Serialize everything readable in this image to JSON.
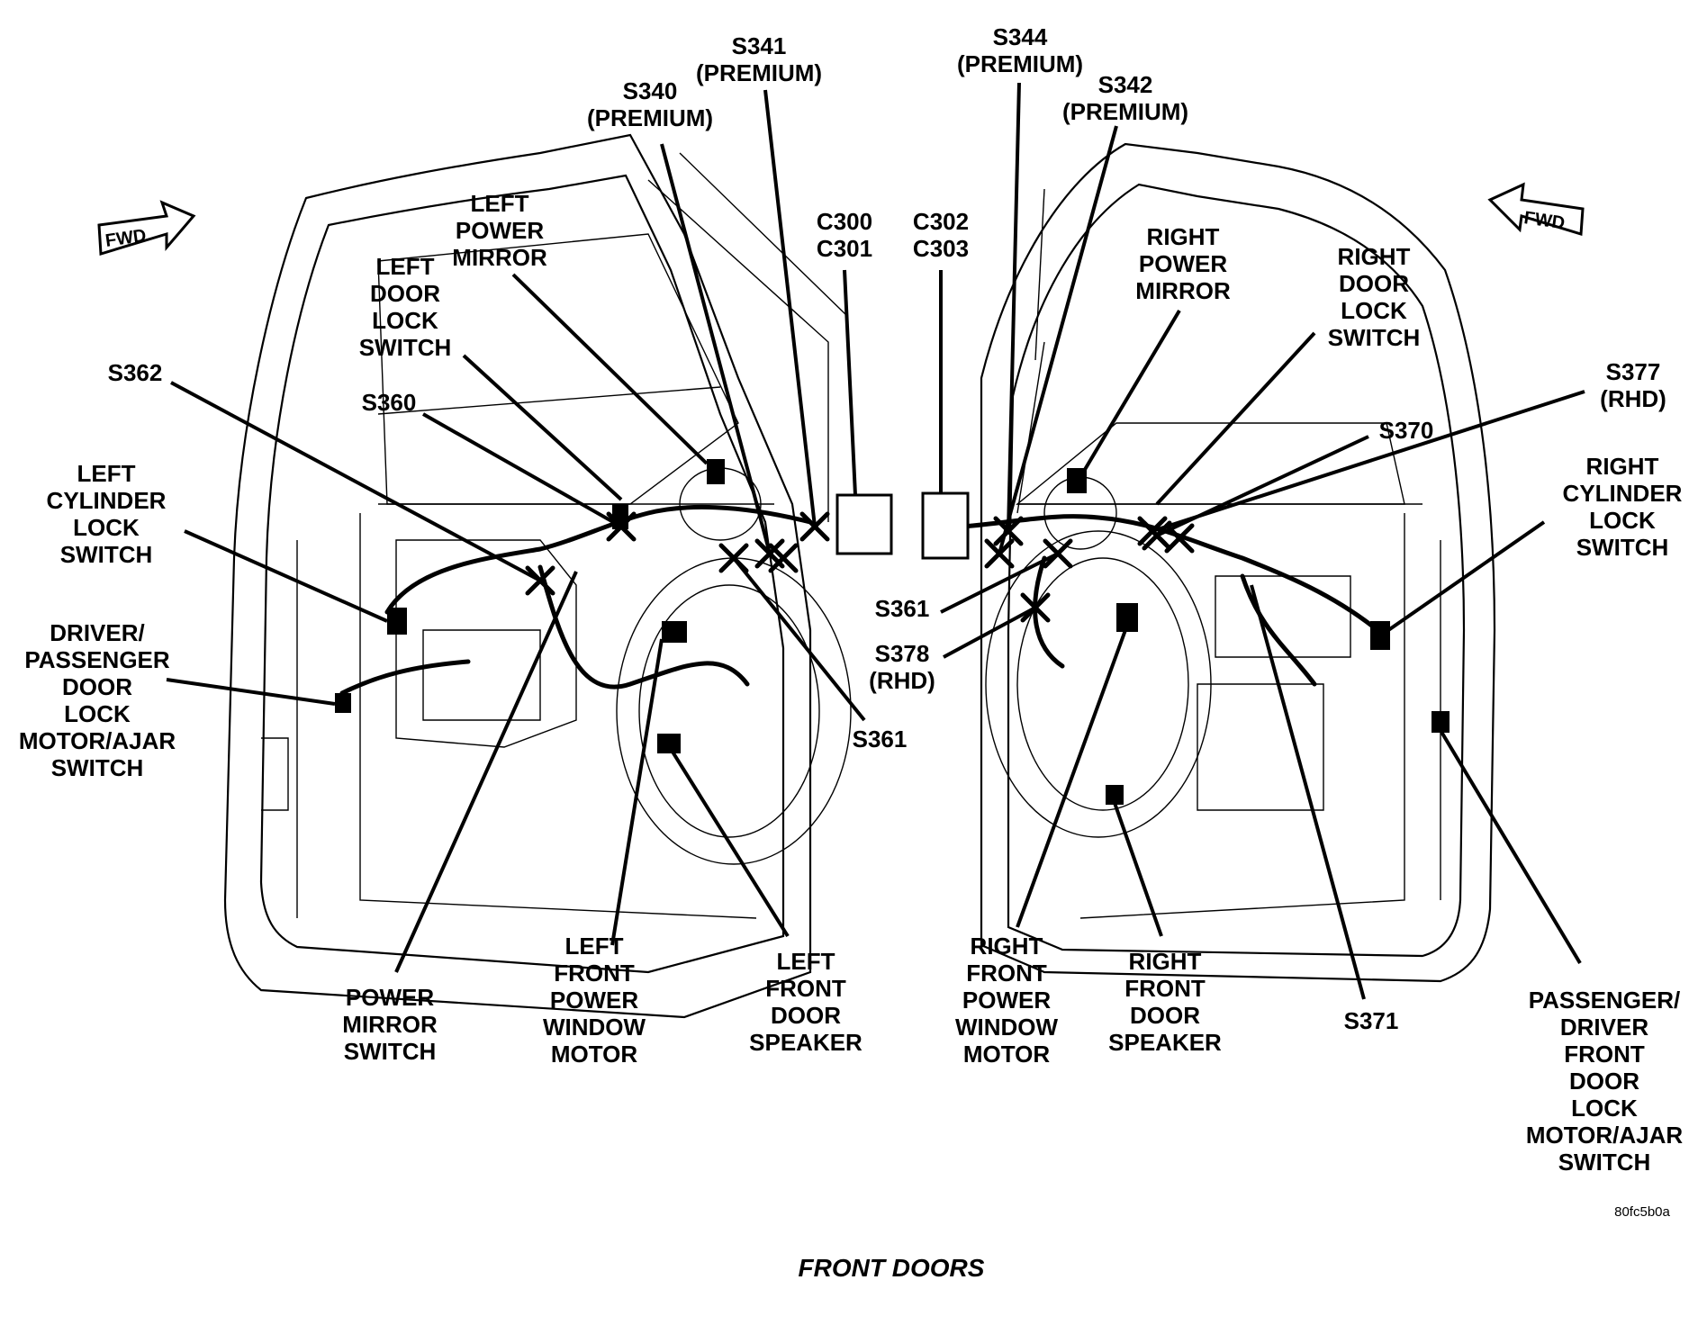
{
  "diagram": {
    "caption": "FRONT DOORS",
    "figure_code": "80fc5b0a",
    "fwd_label": "FWD",
    "labels": {
      "s341": [
        "S341",
        "(PREMIUM)"
      ],
      "s340": [
        "S340",
        "(PREMIUM)"
      ],
      "s344": [
        "S344",
        "(PREMIUM)"
      ],
      "s342": [
        "S342",
        "(PREMIUM)"
      ],
      "c300": [
        "C300",
        "C301"
      ],
      "c302": [
        "C302",
        "C303"
      ],
      "left_power_mirror": [
        "LEFT",
        "POWER",
        "MIRROR"
      ],
      "left_door_lock_switch": [
        "LEFT",
        "DOOR",
        "LOCK",
        "SWITCH"
      ],
      "s362": [
        "S362"
      ],
      "s360": [
        "S360"
      ],
      "left_cylinder_lock_switch": [
        "LEFT",
        "CYLINDER",
        "LOCK",
        "SWITCH"
      ],
      "driver_passenger_door_lock": [
        "DRIVER/",
        "PASSENGER",
        "DOOR",
        "LOCK",
        "MOTOR/AJAR",
        "SWITCH"
      ],
      "power_mirror_switch": [
        "POWER",
        "MIRROR",
        "SWITCH"
      ],
      "left_front_power_window_motor": [
        "LEFT",
        "FRONT",
        "POWER",
        "WINDOW",
        "MOTOR"
      ],
      "left_front_door_speaker": [
        "LEFT",
        "FRONT",
        "DOOR",
        "SPEAKER"
      ],
      "s361_left": [
        "S361"
      ],
      "right_power_mirror": [
        "RIGHT",
        "POWER",
        "MIRROR"
      ],
      "right_door_lock_switch": [
        "RIGHT",
        "DOOR",
        "LOCK",
        "SWITCH"
      ],
      "s377": [
        "S377",
        "(RHD)"
      ],
      "s370": [
        "S370"
      ],
      "right_cylinder_lock_switch": [
        "RIGHT",
        "CYLINDER",
        "LOCK",
        "SWITCH"
      ],
      "s361_right": [
        "S361"
      ],
      "s378": [
        "S378",
        "(RHD)"
      ],
      "right_front_power_window_motor": [
        "RIGHT",
        "FRONT",
        "POWER",
        "WINDOW",
        "MOTOR"
      ],
      "right_front_door_speaker": [
        "RIGHT",
        "FRONT",
        "DOOR",
        "SPEAKER"
      ],
      "s371": [
        "S371"
      ],
      "passenger_driver_front_door_lock": [
        "PASSENGER/",
        "DRIVER",
        "FRONT",
        "DOOR",
        "LOCK",
        "MOTOR/AJAR",
        "SWITCH"
      ]
    }
  }
}
